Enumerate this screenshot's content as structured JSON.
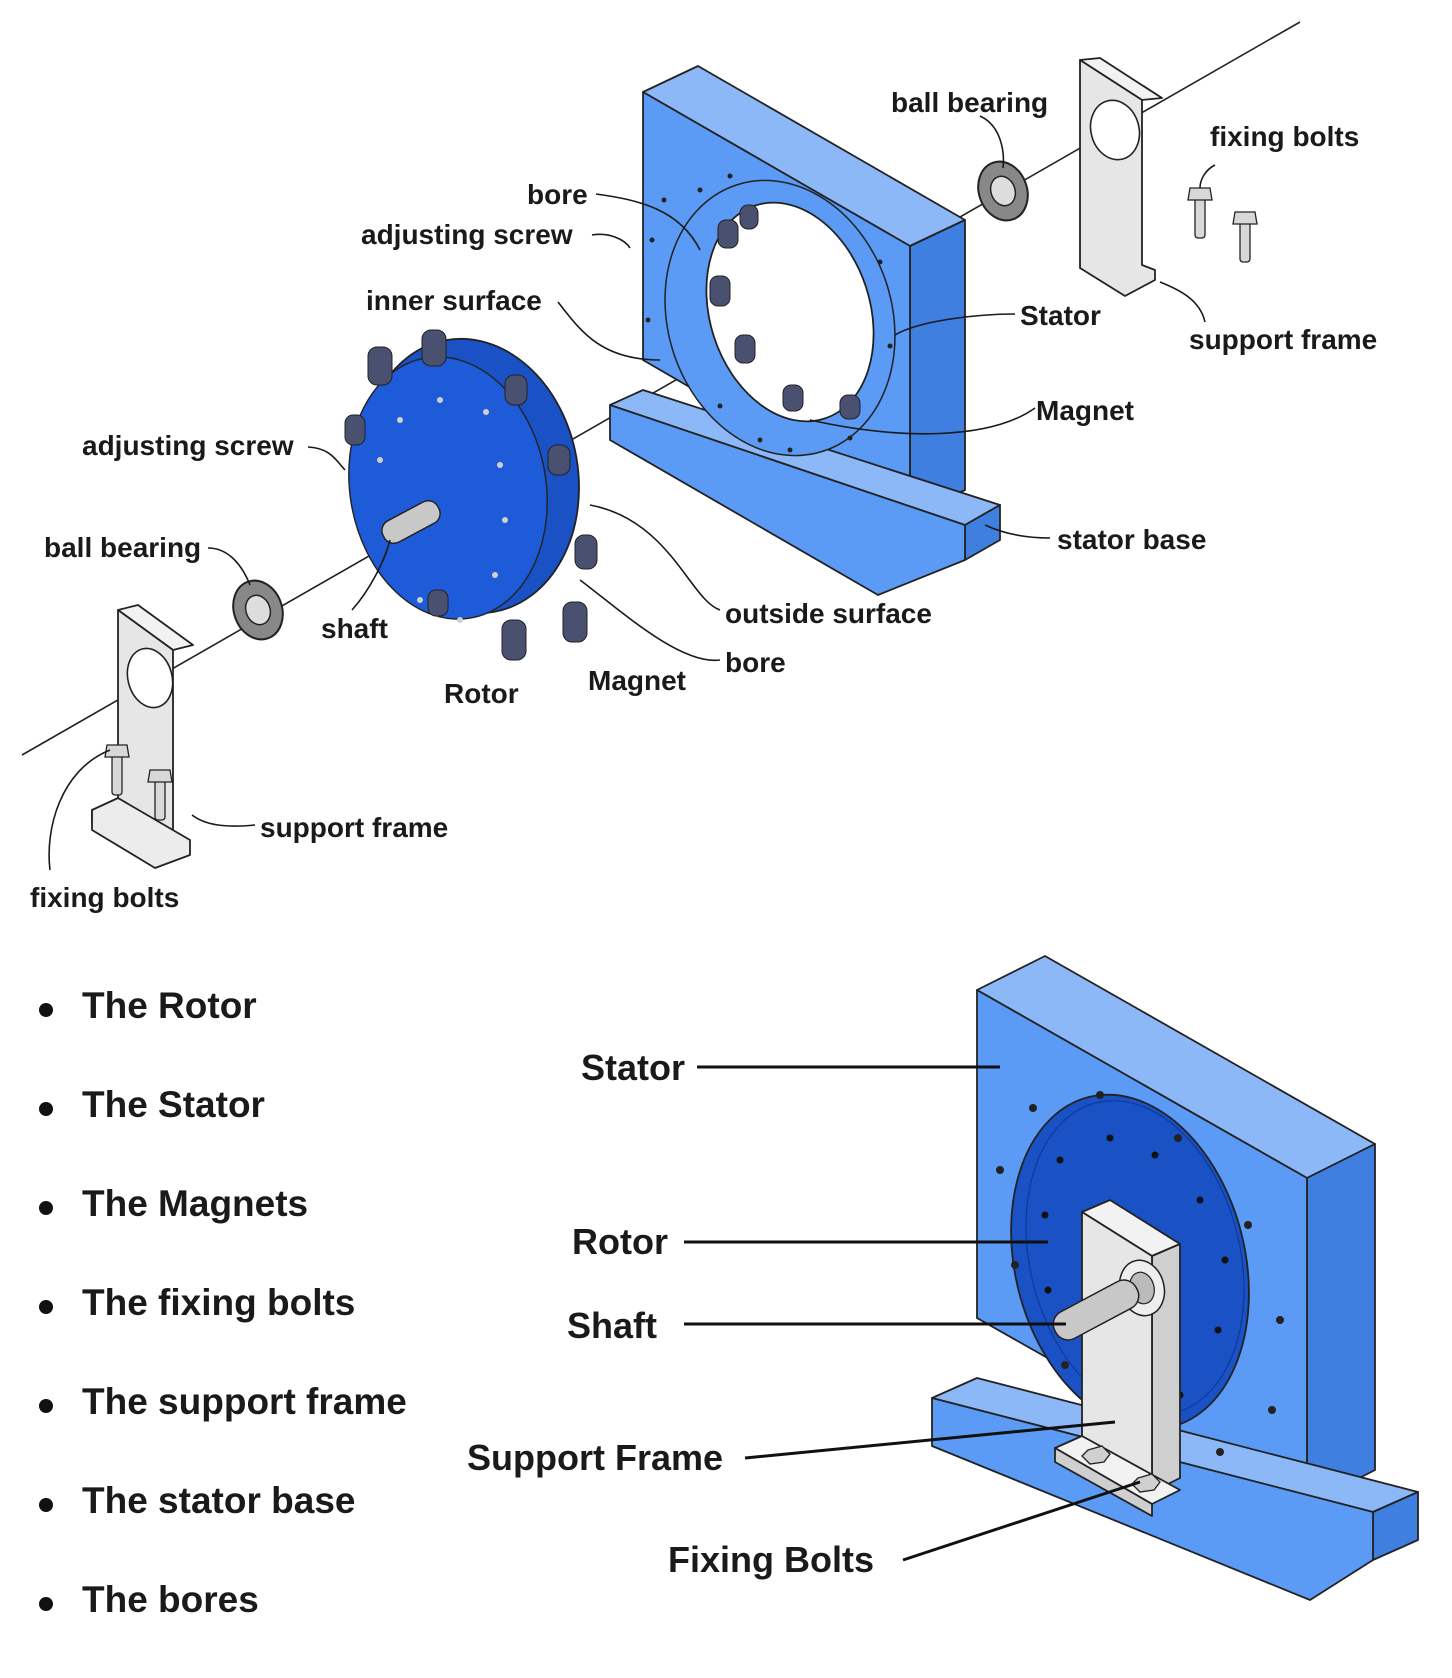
{
  "exploded_view": {
    "labels": {
      "ball_bearing_right": "ball bearing",
      "fixing_bolts_right": "fixing bolts",
      "bore_top": "bore",
      "adjusting_screw_top": "adjusting screw",
      "inner_surface": "inner surface",
      "stator": "Stator",
      "support_frame_right": "support frame",
      "magnet_right": "Magnet",
      "adjusting_screw_left": "adjusting screw",
      "stator_base": "stator base",
      "ball_bearing_left": "ball bearing",
      "outside_surface": "outside surface",
      "shaft": "shaft",
      "bore_bottom": "bore",
      "magnet_bottom": "Magnet",
      "rotor": "Rotor",
      "support_frame_left": "support frame",
      "fixing_bolts_left": "fixing bolts"
    }
  },
  "component_list": [
    "The Rotor",
    "The Stator",
    "The Magnets",
    "The fixing bolts",
    "The support frame",
    "The stator base",
    "The bores"
  ],
  "assembled_view": {
    "labels": {
      "stator": "Stator",
      "rotor": "Rotor",
      "shaft": "Shaft",
      "support_frame": "Support Frame",
      "fixing_bolts": "Fixing Bolts"
    }
  },
  "colors": {
    "stator_face": "#5b9bf5",
    "stator_side": "#3f7fe0",
    "rotor": "#1a51c4",
    "magnet": "#4a5070",
    "frame": "#e6e6e6",
    "outline": "#222222"
  }
}
